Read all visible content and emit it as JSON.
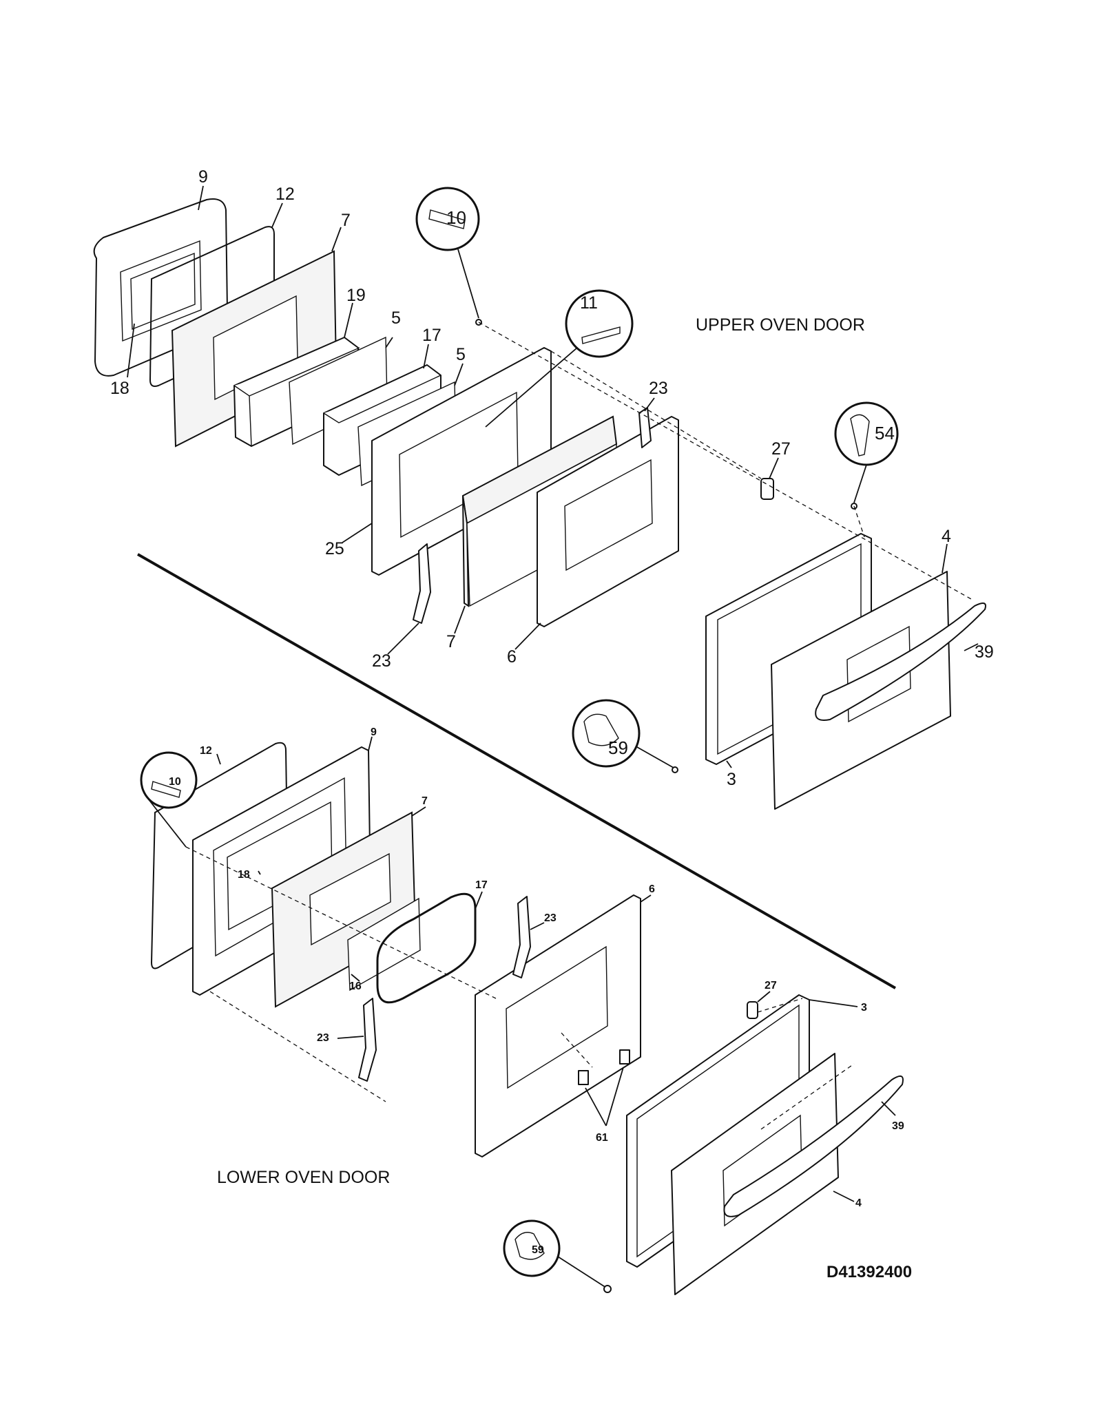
{
  "titles": {
    "upper": "UPPER OVEN DOOR",
    "lower": "LOWER OVEN DOOR",
    "drawing_code": "D41392400"
  },
  "upper_labels": {
    "p9": "9",
    "p12": "12",
    "p7a": "7",
    "p19": "19",
    "p5a": "5",
    "p17": "17",
    "p5b": "5",
    "p18": "18",
    "p10": "10",
    "p11": "11",
    "p23a": "23",
    "p27": "27",
    "p54": "54",
    "p25": "25",
    "p23b": "23",
    "p7b": "7",
    "p6": "6",
    "p4": "4",
    "p39": "39",
    "p59": "59",
    "p3": "3"
  },
  "lower_labels": {
    "p9": "9",
    "p12": "12",
    "p10": "10",
    "p7": "7",
    "p18": "18",
    "p17": "17",
    "p23a": "23",
    "p6": "6",
    "p16": "16",
    "p23b": "23",
    "p27": "27",
    "p3": "3",
    "p39": "39",
    "p61": "61",
    "p4": "4",
    "p59": "59"
  },
  "colors": {
    "ink": "#111111",
    "paper": "#ffffff"
  }
}
